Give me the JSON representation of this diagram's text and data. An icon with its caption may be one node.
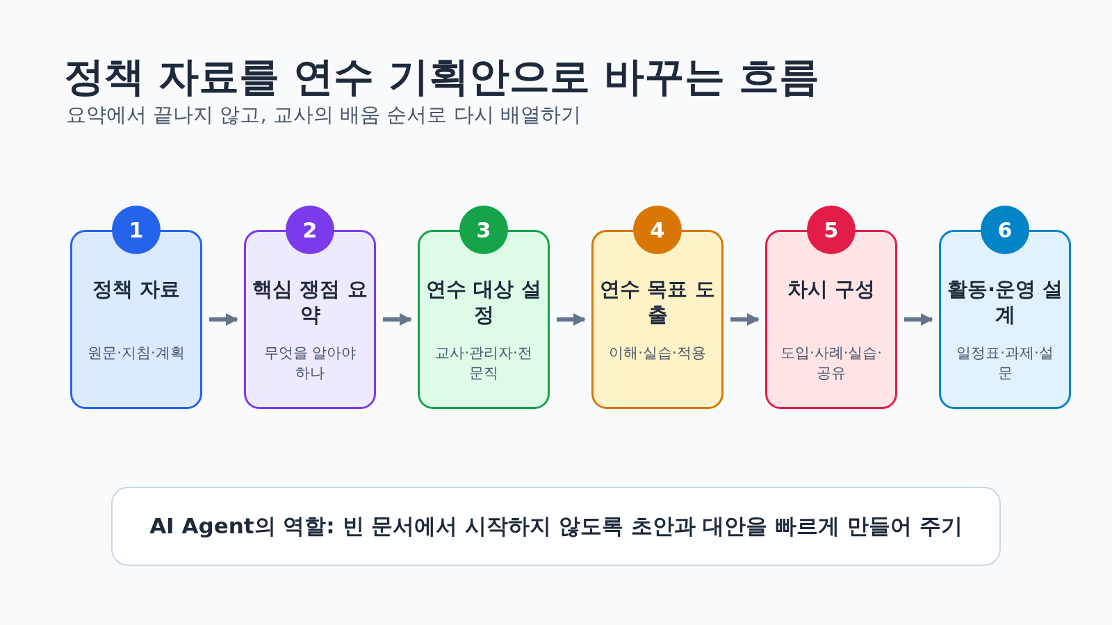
{
  "diagram": {
    "title": "정책 자료를 연수 기획안으로 바꾸는 흐름",
    "nodes": [
      {
        "text": [
          "1"
        ]
      },
      {
        "text": [
          "정책 자료",
          "원문·지침·계획"
        ]
      },
      {
        "text": [
          "2"
        ]
      },
      {
        "text": [
          "핵심 쟁점 요약",
          "무엇을 알아야 하나"
        ]
      },
      {
        "text": [
          "3"
        ]
      },
      {
        "text": [
          "연수 대상 설정",
          "교사·관리자·전문직"
        ]
      },
      {
        "text": [
          "4"
        ]
      },
      {
        "text": [
          "연수 목표 도출",
          "이해·실습·적용"
        ]
      },
      {
        "text": [
          "5"
        ]
      },
      {
        "text": [
          "차시 구성",
          "도입·사례·실습·공유"
        ]
      },
      {
        "text": [
          "6"
        ]
      },
      {
        "text": [
          "활동·운영 설계",
          "일정표·과제·설문"
        ]
      },
      {
        "text": [
          "AI Agent의 역할: 빈 문서에서 시작하지 않도록 초안과 대안을 빠르게 만들어 주기"
        ]
      }
    ],
    "edges": [
      {
        "from": 1,
        "to": 3,
        "arrow": "to"
      },
      {
        "from": 3,
        "to": 5,
        "arrow": "to"
      },
      {
        "from": 5,
        "to": 7,
        "arrow": "to"
      },
      {
        "from": 7,
        "to": 9,
        "arrow": "to"
      },
      {
        "from": 9,
        "to": 11,
        "arrow": "to"
      }
    ],
    "labels": [
      "요약에서 끝나지 않고, 교사의 배움 순서로 다시 배열하기"
    ]
  }
}
